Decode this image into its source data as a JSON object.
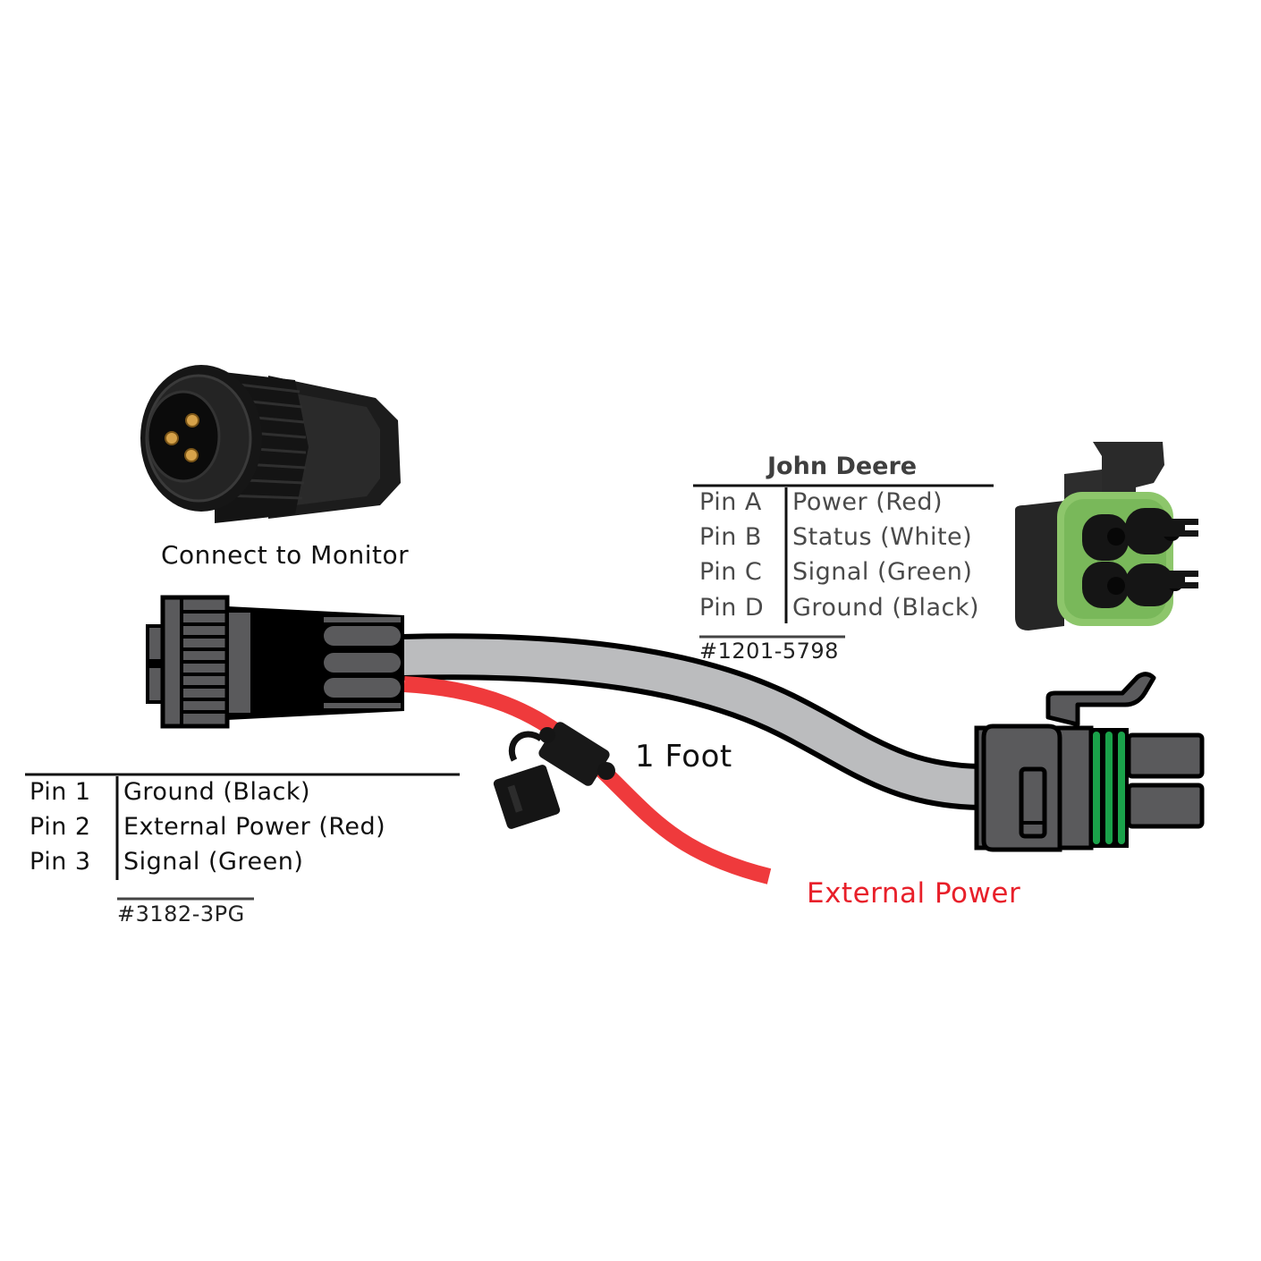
{
  "title": "Adapter Cable Wiring Diagram",
  "colors": {
    "cable_gray": "#bbbcbe",
    "power_red": "#ef3a3c",
    "connector_dark": "#5a5a5c",
    "seal_green": "#1aa24a",
    "outline": "#000000",
    "external_power_text": "#e8202a",
    "jd_text": "#4a4a4a"
  },
  "monitor_connector": {
    "photo_label": "Connect to Monitor",
    "pin_count": 3,
    "pins": [
      {
        "pin": "Pin 1",
        "function": "Ground (Black)"
      },
      {
        "pin": "Pin 2",
        "function": "External Power (Red)"
      },
      {
        "pin": "Pin 3",
        "function": "Signal (Green)"
      }
    ],
    "part_number": "#3182-3PG"
  },
  "john_deere_connector": {
    "heading": "John Deere",
    "pins": [
      {
        "pin": "Pin A",
        "function": "Power (Red)"
      },
      {
        "pin": "Pin B",
        "function": "Status (White)"
      },
      {
        "pin": "Pin C",
        "function": "Signal (Green)"
      },
      {
        "pin": "Pin D",
        "function": "Ground (Black)"
      }
    ],
    "part_number": "#1201-5798"
  },
  "cable": {
    "length_label": "1 Foot",
    "power_lead_label": "External Power"
  }
}
